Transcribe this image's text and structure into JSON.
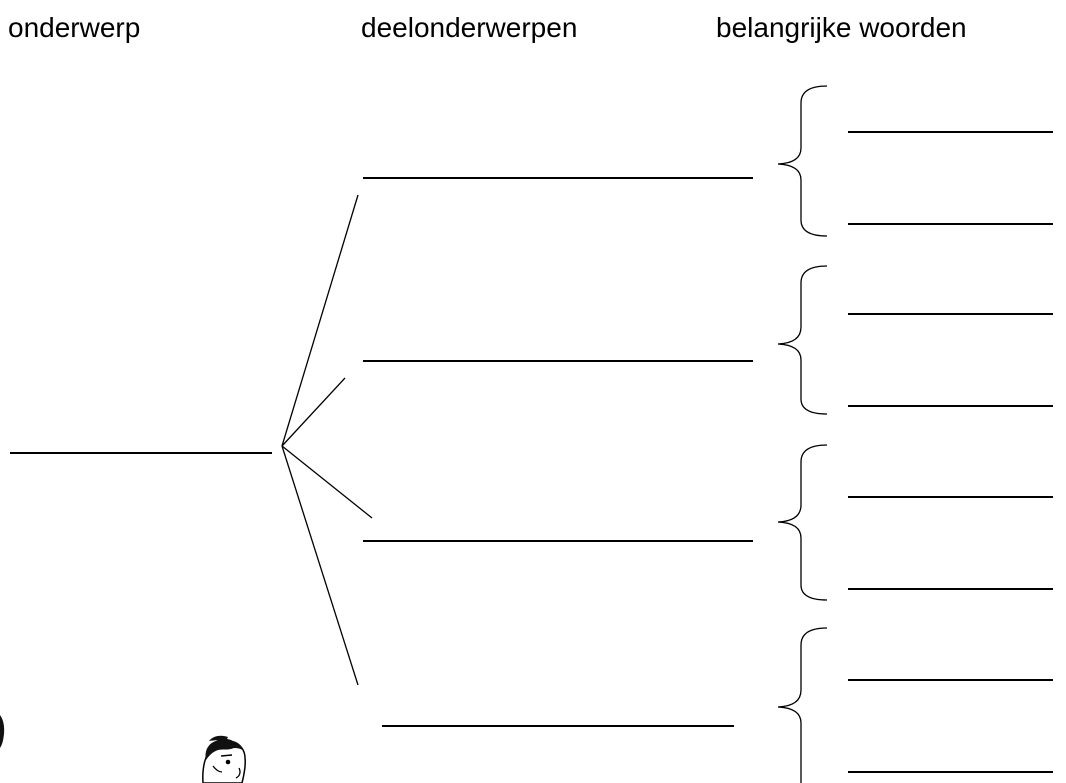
{
  "worksheet": {
    "headings": {
      "topic": "onderwerp",
      "subtopics": "deelonderwerpen",
      "keywords": "belangrijke woorden"
    },
    "layout": {
      "topic_blanks": 1,
      "subtopic_blanks": 4,
      "keyword_blanks_per_subtopic": 2
    },
    "illustration": "cartoon-figure-icon"
  }
}
